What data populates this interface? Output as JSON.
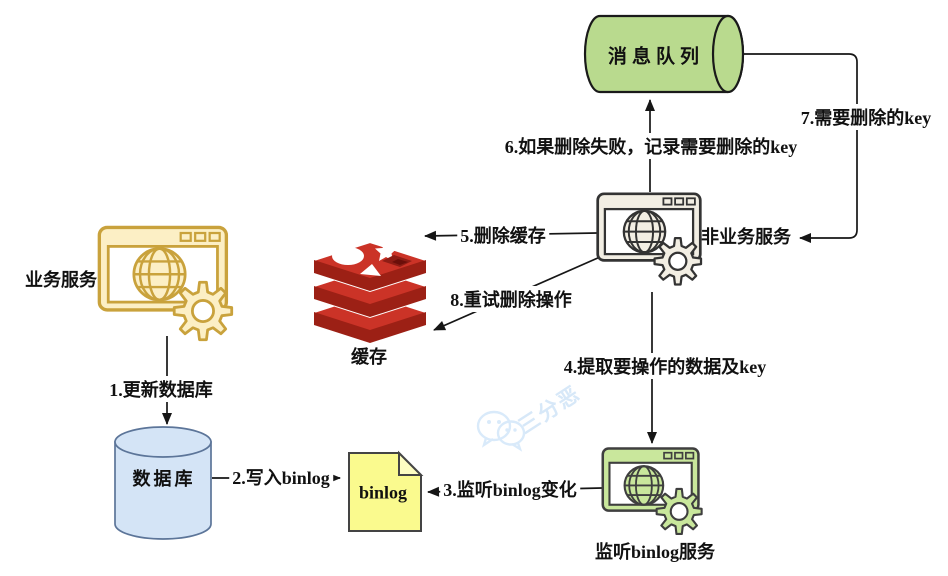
{
  "diagram": {
    "title_hint": "cache-delete-via-binlog-flow",
    "watermark": {
      "brand": "三分恶",
      "icon": "wechat-icon"
    },
    "nodes": {
      "message_queue": {
        "label": "消息队列",
        "shape": "horizontal-cylinder",
        "fill": "#b9da8e",
        "stroke": "#1a1a1a"
      },
      "business_service": {
        "label": "业务服务",
        "shape": "app-window",
        "fill": "#fcefc5",
        "stroke": "#c9a23c"
      },
      "non_business_service": {
        "label": "非业务服务",
        "shape": "app-window",
        "fill": "#f2eee3",
        "stroke": "#333333"
      },
      "cache": {
        "label": "缓存",
        "shape": "redis-stack",
        "fill": "#cb3327",
        "side": "#9c2015"
      },
      "database": {
        "label": "数据库",
        "shape": "vertical-cylinder",
        "fill": "#d4e4f6",
        "stroke": "#5c7599"
      },
      "binlog": {
        "label": "binlog",
        "shape": "document",
        "fill": "#fafa8e",
        "fold": "#fdfdc2"
      },
      "binlog_listener": {
        "label": "监听binlog服务",
        "shape": "app-window",
        "fill": "#c9e79c",
        "stroke": "#3f3f3f"
      }
    },
    "steps": {
      "s1": "1.更新数据库",
      "s2": "2.写入binlog",
      "s3": "3.监听binlog变化",
      "s4": "4.提取要操作的数据及key",
      "s5": "5.删除缓存",
      "s6": "6.如果删除失败，记录需要删除的key",
      "s7": "7.需要删除的key",
      "s8": "8.重试删除操作"
    },
    "arrow_color": "#161616"
  }
}
